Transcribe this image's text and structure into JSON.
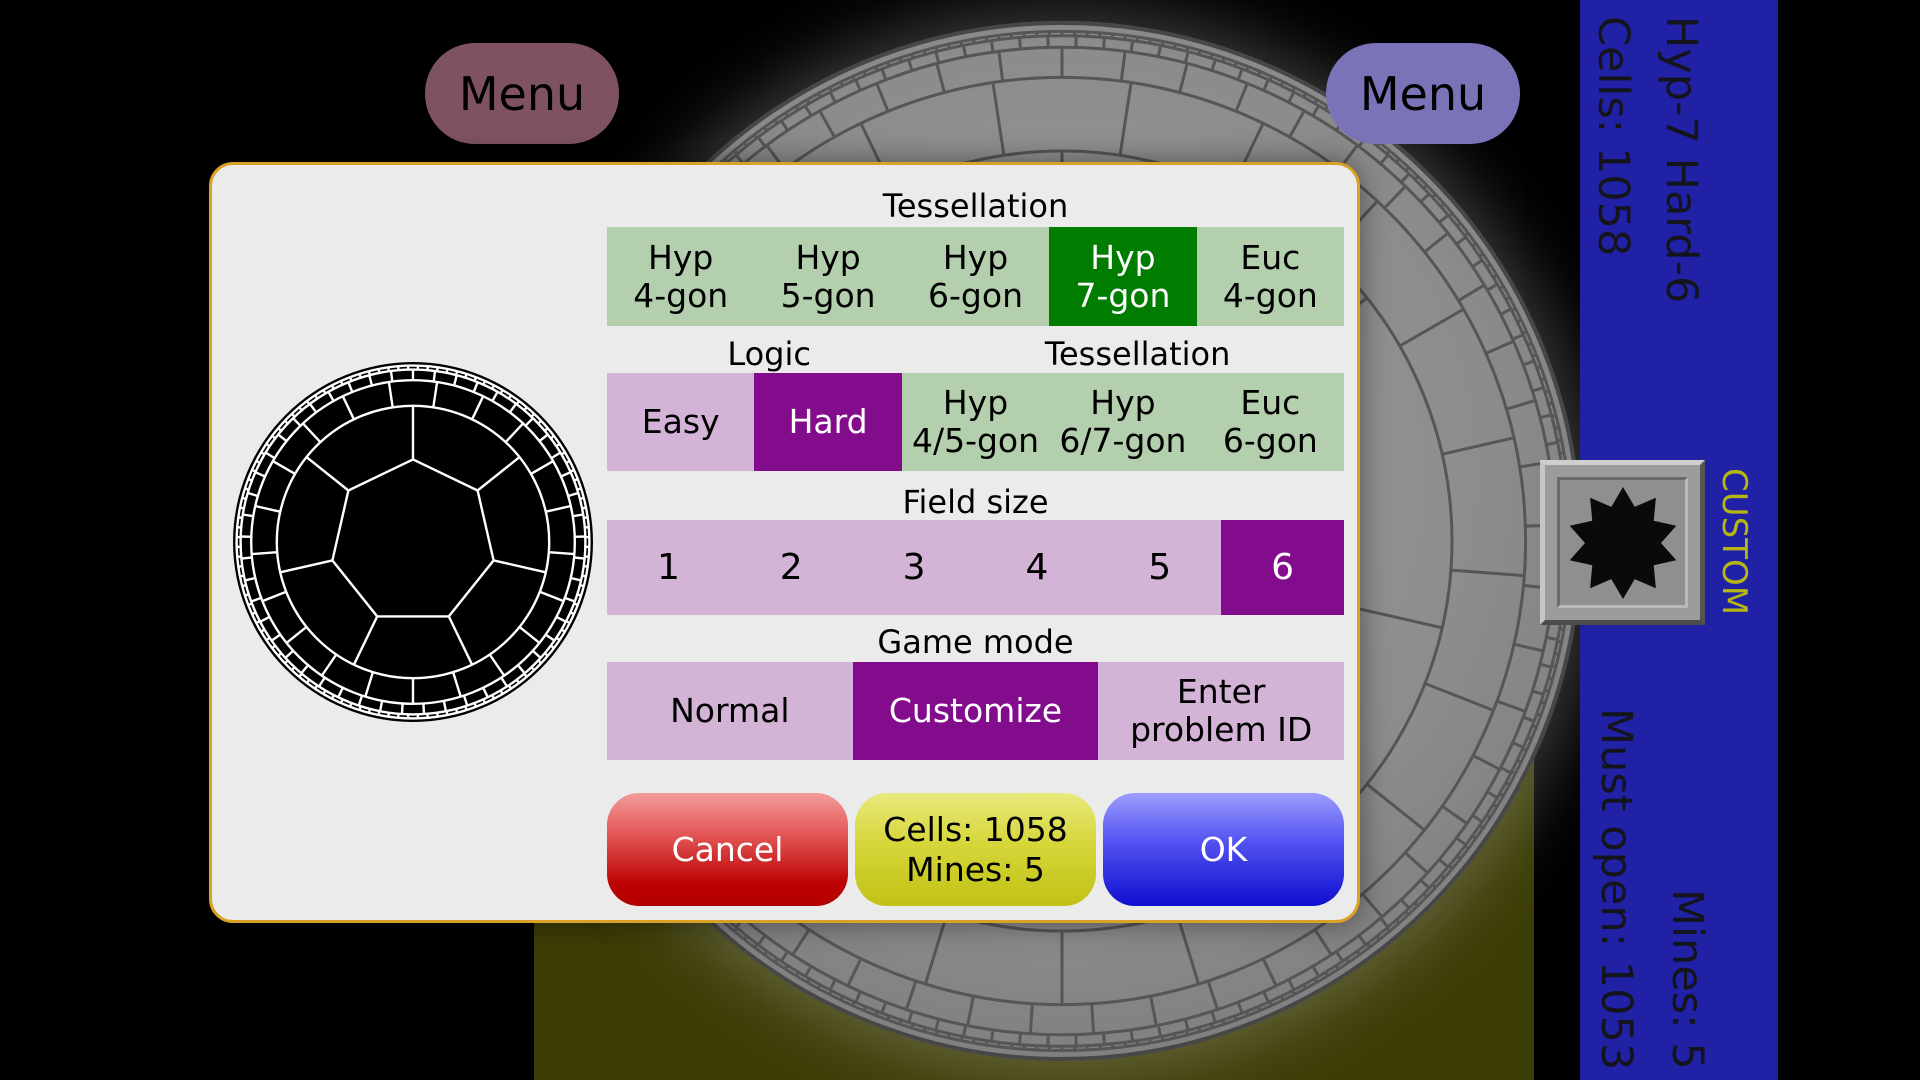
{
  "colors": {
    "sidebar_blue": "#2121a6",
    "green_light": "#b3cfad",
    "green_selected": "#007c00",
    "purple_light": "#d3b3d6",
    "purple_selected": "#830c8c",
    "dialog_border_gold": "#d9a125",
    "cancel_red": "#b30000",
    "ok_blue": "#0f0fd0",
    "stats_yellow": "#c1c115",
    "custom_label_yellow": "#b5b513",
    "menu_left_bg": "#7e5260",
    "menu_right_bg": "#7a73b7",
    "board_gray": "#8c8c8c",
    "backdrop_olive": "#3d3d06"
  },
  "top": {
    "menu_left": "Menu",
    "menu_right": "Menu"
  },
  "sidebar": {
    "cells": "Cells: 1058",
    "config": "Hyp-7 Hard-6",
    "custom_label": "CUSTOM",
    "must_open": "Must open: 1053",
    "mines": "Mines: 5"
  },
  "dialog": {
    "tessellation_header": "Tessellation",
    "tessellation_row": [
      {
        "line1": "Hyp",
        "line2": "4-gon"
      },
      {
        "line1": "Hyp",
        "line2": "5-gon"
      },
      {
        "line1": "Hyp",
        "line2": "6-gon"
      },
      {
        "line1": "Hyp",
        "line2": "7-gon",
        "selected": true
      },
      {
        "line1": "Euc",
        "line2": "4-gon"
      }
    ],
    "logic_header": "Logic",
    "tessellation2_header": "Tessellation",
    "logic_row": [
      {
        "line1": "Easy"
      },
      {
        "line1": "Hard",
        "selected": true
      },
      {
        "line1": "Hyp",
        "line2": "4/5-gon"
      },
      {
        "line1": "Hyp",
        "line2": "6/7-gon"
      },
      {
        "line1": "Euc",
        "line2": "6-gon"
      }
    ],
    "field_size_header": "Field size",
    "field_size_row": [
      {
        "label": "1"
      },
      {
        "label": "2"
      },
      {
        "label": "3"
      },
      {
        "label": "4"
      },
      {
        "label": "5"
      },
      {
        "label": "6",
        "selected": true
      }
    ],
    "game_mode_header": "Game mode",
    "game_mode_row": [
      {
        "line1": "Normal"
      },
      {
        "line1": "Customize",
        "selected": true
      },
      {
        "line1": "Enter",
        "line2": "problem ID"
      }
    ],
    "cancel_label": "Cancel",
    "stats_line1": "Cells: 1058",
    "stats_line2": "Mines: 5",
    "ok_label": "OK"
  }
}
